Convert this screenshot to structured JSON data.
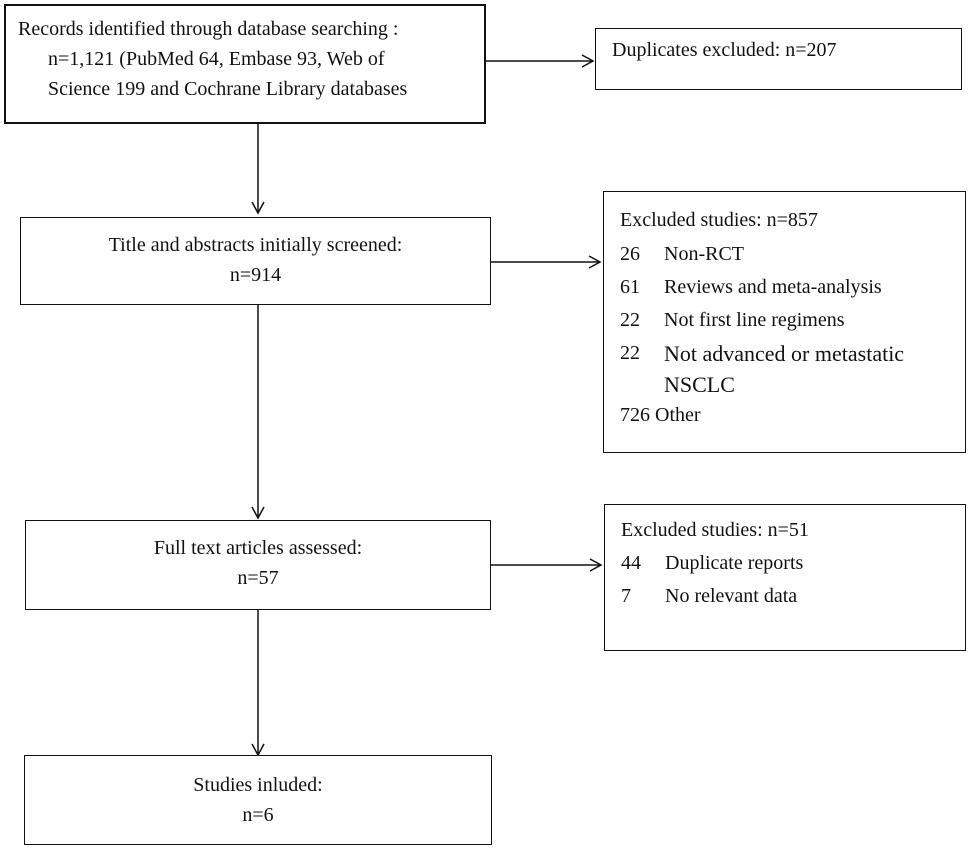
{
  "boxes": {
    "records": {
      "line1": "Records identified through database searching :",
      "line2": "n=1,121 (PubMed 64, Embase 93, Web of",
      "line3": "Science 199 and Cochrane Library databases"
    },
    "duplicates": {
      "text": "Duplicates excluded: n=207"
    },
    "screened": {
      "line1": "Title and abstracts initially screened:",
      "line2": "n=914"
    },
    "excluded1": {
      "title": "Excluded studies: n=857",
      "items": [
        {
          "count": "26",
          "label": "Non-RCT"
        },
        {
          "count": "61",
          "label": "Reviews and meta-analysis"
        },
        {
          "count": "22",
          "label": "Not first line regimens"
        },
        {
          "count": "22",
          "label": "Not advanced or metastatic",
          "label2": "NSCLC"
        }
      ],
      "other": "726 Other"
    },
    "fulltext": {
      "line1": "Full text articles assessed:",
      "line2": "n=57"
    },
    "excluded2": {
      "title": "Excluded studies: n=51",
      "items": [
        {
          "count": "44",
          "label": "Duplicate reports"
        },
        {
          "count": "7",
          "label": "No relevant data"
        }
      ]
    },
    "included": {
      "line1": "Studies inluded:",
      "line2": "n=6"
    }
  }
}
